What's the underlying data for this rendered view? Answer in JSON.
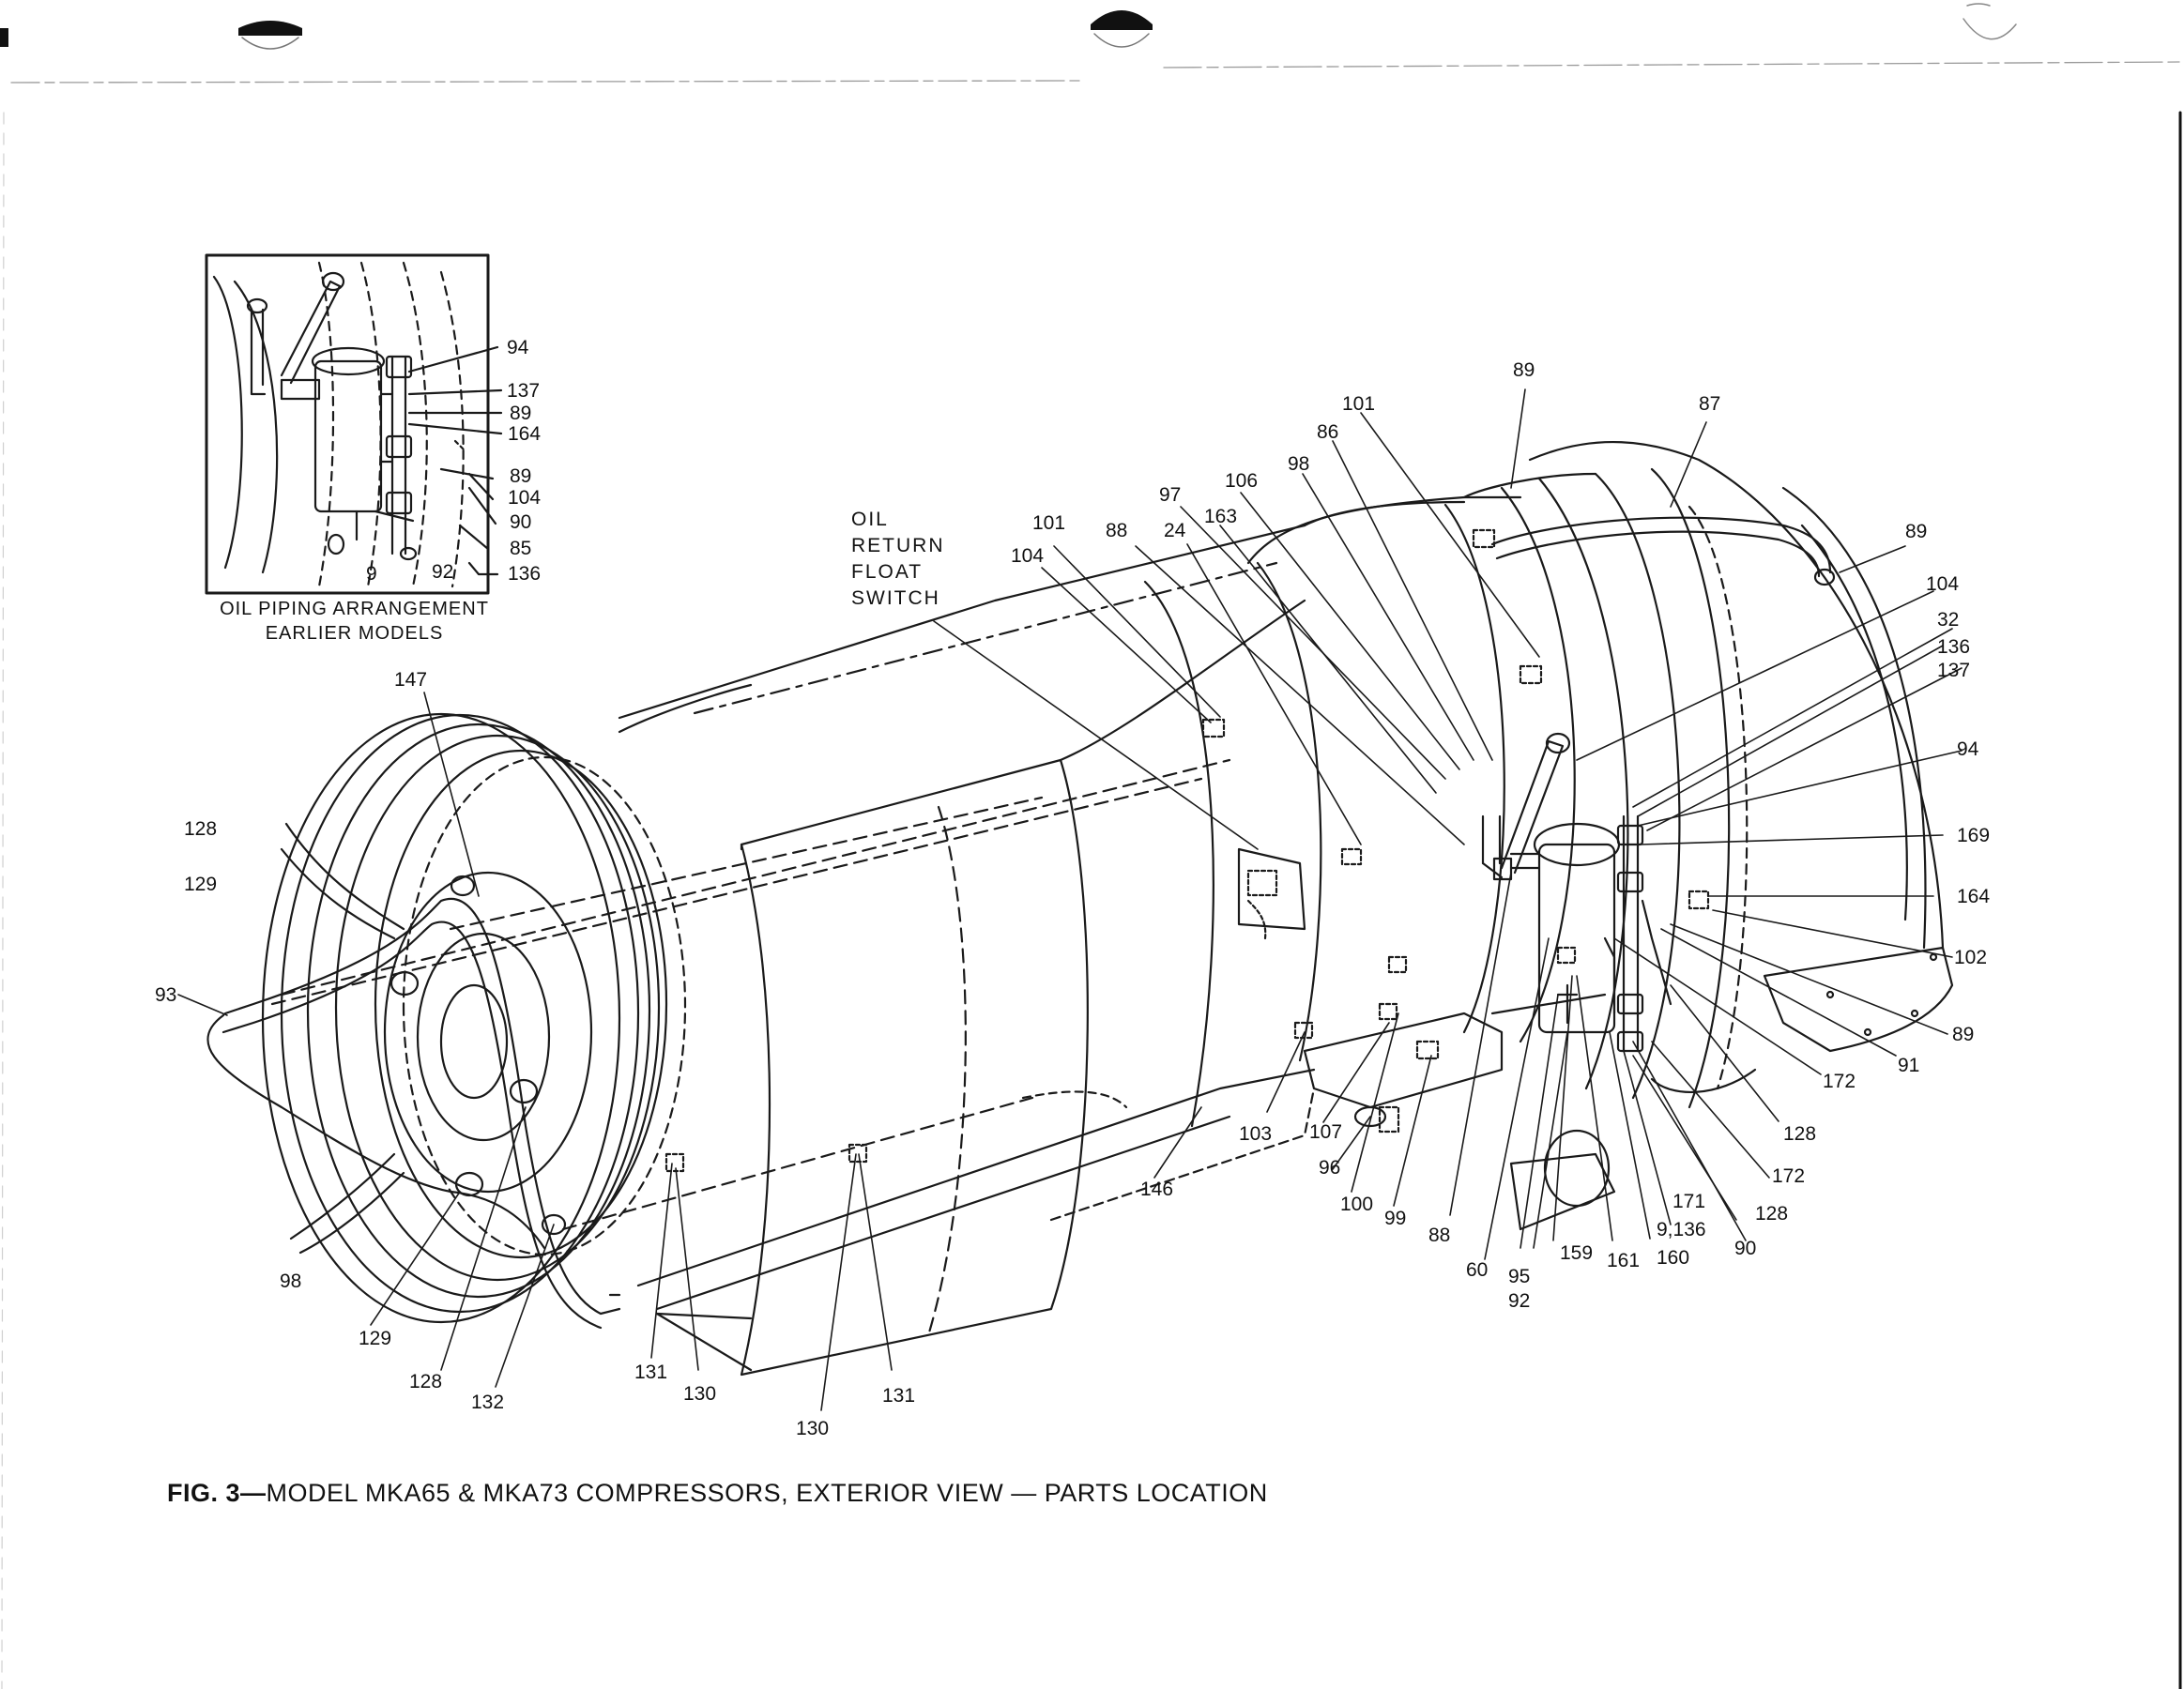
{
  "figure_caption": {
    "prefix": "FIG. 3—",
    "text": "MODEL MKA65 & MKA73 COMPRESSORS, EXTERIOR VIEW — PARTS LOCATION"
  },
  "inset": {
    "caption_line1": "OIL PIPING ARRANGEMENT",
    "caption_line2": "EARLIER MODELS",
    "labels": [
      "94",
      "137",
      "89",
      "164",
      "89",
      "104",
      "90",
      "85",
      "136",
      "9",
      "92"
    ]
  },
  "oil_float_switch": [
    "OIL",
    "RETURN",
    "FLOAT",
    "SWITCH"
  ],
  "callouts": [
    "89",
    "101",
    "87",
    "86",
    "98",
    "106",
    "97",
    "163",
    "101",
    "88",
    "24",
    "104",
    "89",
    "104",
    "32",
    "136",
    "137",
    "94",
    "169",
    "164",
    "102",
    "89",
    "91",
    "172",
    "128",
    "172",
    "128",
    "90",
    "171",
    "9,136",
    "160",
    "161",
    "159",
    "95",
    "92",
    "60",
    "88",
    "99",
    "100",
    "96",
    "107",
    "103",
    "146",
    "147",
    "128",
    "129",
    "93",
    "98",
    "129",
    "128",
    "132",
    "131",
    "130",
    "130",
    "131"
  ]
}
